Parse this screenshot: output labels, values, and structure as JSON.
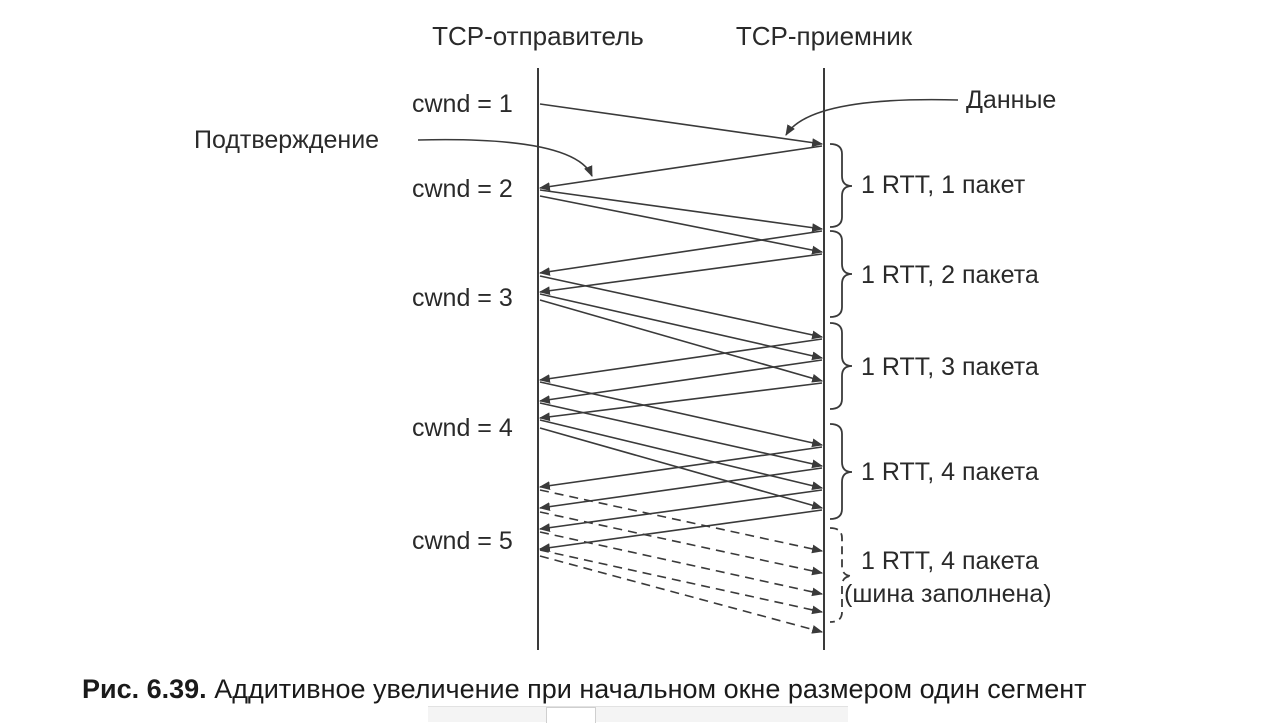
{
  "headers": {
    "sender": "TCP-отправитель",
    "receiver": "TCP-приемник"
  },
  "annotations": {
    "data": "Данные",
    "ack": "Подтверждение"
  },
  "cwnd": [
    "cwnd = 1",
    "cwnd = 2",
    "cwnd = 3",
    "cwnd = 4",
    "cwnd = 5"
  ],
  "rtt": [
    {
      "line1": "1 RTT, 1 пакет"
    },
    {
      "line1": "1 RTT, 2 пакета"
    },
    {
      "line1": "1 RTT, 3 пакета"
    },
    {
      "line1": "1 RTT, 4 пакета"
    },
    {
      "line1": "1 RTT, 4 пакета",
      "line2": "(шина заполнена)"
    }
  ],
  "caption": {
    "label": "Рис. 6.39.",
    "text": "Аддитивное увеличение при начальном окне размером один сегмент"
  },
  "colors": {
    "line": "#3a3a3a",
    "text": "#2a2a2a"
  }
}
